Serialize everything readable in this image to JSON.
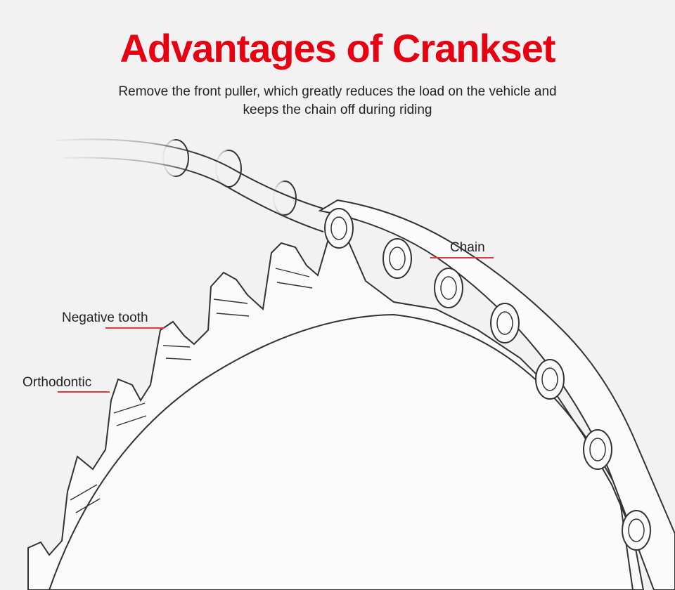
{
  "header": {
    "title": "Advantages of Crankset",
    "subtitle_line1": "Remove the front puller, which greatly reduces the load on the vehicle and",
    "subtitle_line2": "keeps the chain off during riding"
  },
  "callouts": {
    "chain": "Chain",
    "negative_tooth": "Negative tooth",
    "orthodontic": "Orthodontic"
  },
  "colors": {
    "title": "#e60012",
    "callout_line": "#e03a3a",
    "line_art": "#333333",
    "background": "#f2f2f2"
  }
}
